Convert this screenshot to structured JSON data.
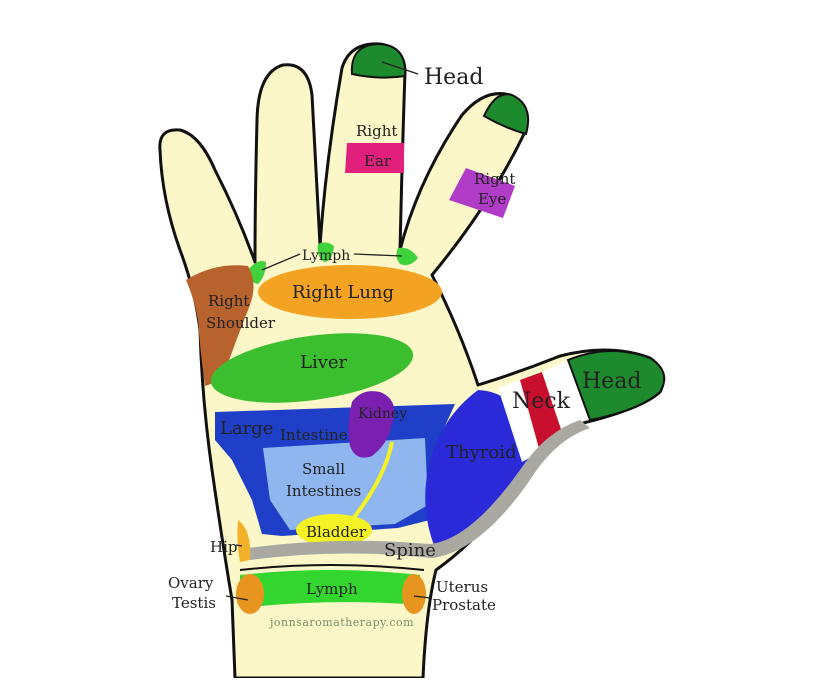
{
  "labels": {
    "head_finger": "Head",
    "right": "Right",
    "ear": "Ear",
    "eye": "Eye",
    "lymph_top": "Lymph",
    "right_lung": "Right Lung",
    "shoulder": "Shoulder",
    "liver": "Liver",
    "head_thumb": "Head",
    "neck": "Neck",
    "large": "Large",
    "intestine": "Intestine",
    "kidney": "Kidney",
    "small": "Small",
    "intestines": "Intestines",
    "thyroid": "Thyroid",
    "bladder": "Bladder",
    "hip": "Hip",
    "spine": "Spine",
    "ovary": "Ovary",
    "testis": "Testis",
    "lymph_wrist": "Lymph",
    "uterus": "Uterus",
    "prostate": "Prostate",
    "credit": "jonnsaromatherapy.com"
  },
  "colors": {
    "skin": "#fbf7c9",
    "outline": "#111111",
    "head": "#1e8a2e",
    "ear": "#e0207a",
    "eye": "#b03cc8",
    "lymph": "#3fd23a",
    "lung": "#f3a321",
    "shoulder": "#b8622e",
    "liver": "#3cbf2e",
    "neck": "#c8102e",
    "large_intestine": "#1f3fc8",
    "small_intestines": "#8fb6ef",
    "kidney": "#7a1fb0",
    "thyroid": "#2a2ad8",
    "bladder": "#f5f224",
    "hip": "#f3b02a",
    "spine": "#a9a9a2",
    "ovary": "#e89520",
    "wrist_lymph": "#33d62e"
  }
}
